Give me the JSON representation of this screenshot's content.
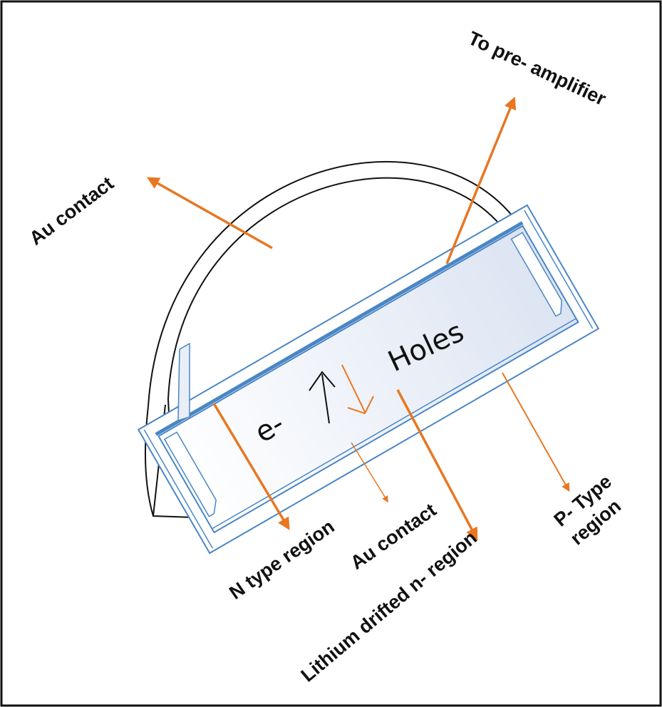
{
  "labels": {
    "au_contact_top": "Au contact",
    "pre_amp": "To pre- amplifier",
    "n_type": "N type region",
    "au_contact_bottom": "Au contact",
    "lithium": "Lithium drifted n- region",
    "p_type_line1": "P- Type",
    "p_type_line2": "region",
    "electron": "e-",
    "holes": "Holes"
  },
  "colors": {
    "arrow": "#E87722",
    "crystal_outline": "#4A86C5",
    "crystal_fill": "#E9EEF7",
    "ink": "#111111"
  }
}
